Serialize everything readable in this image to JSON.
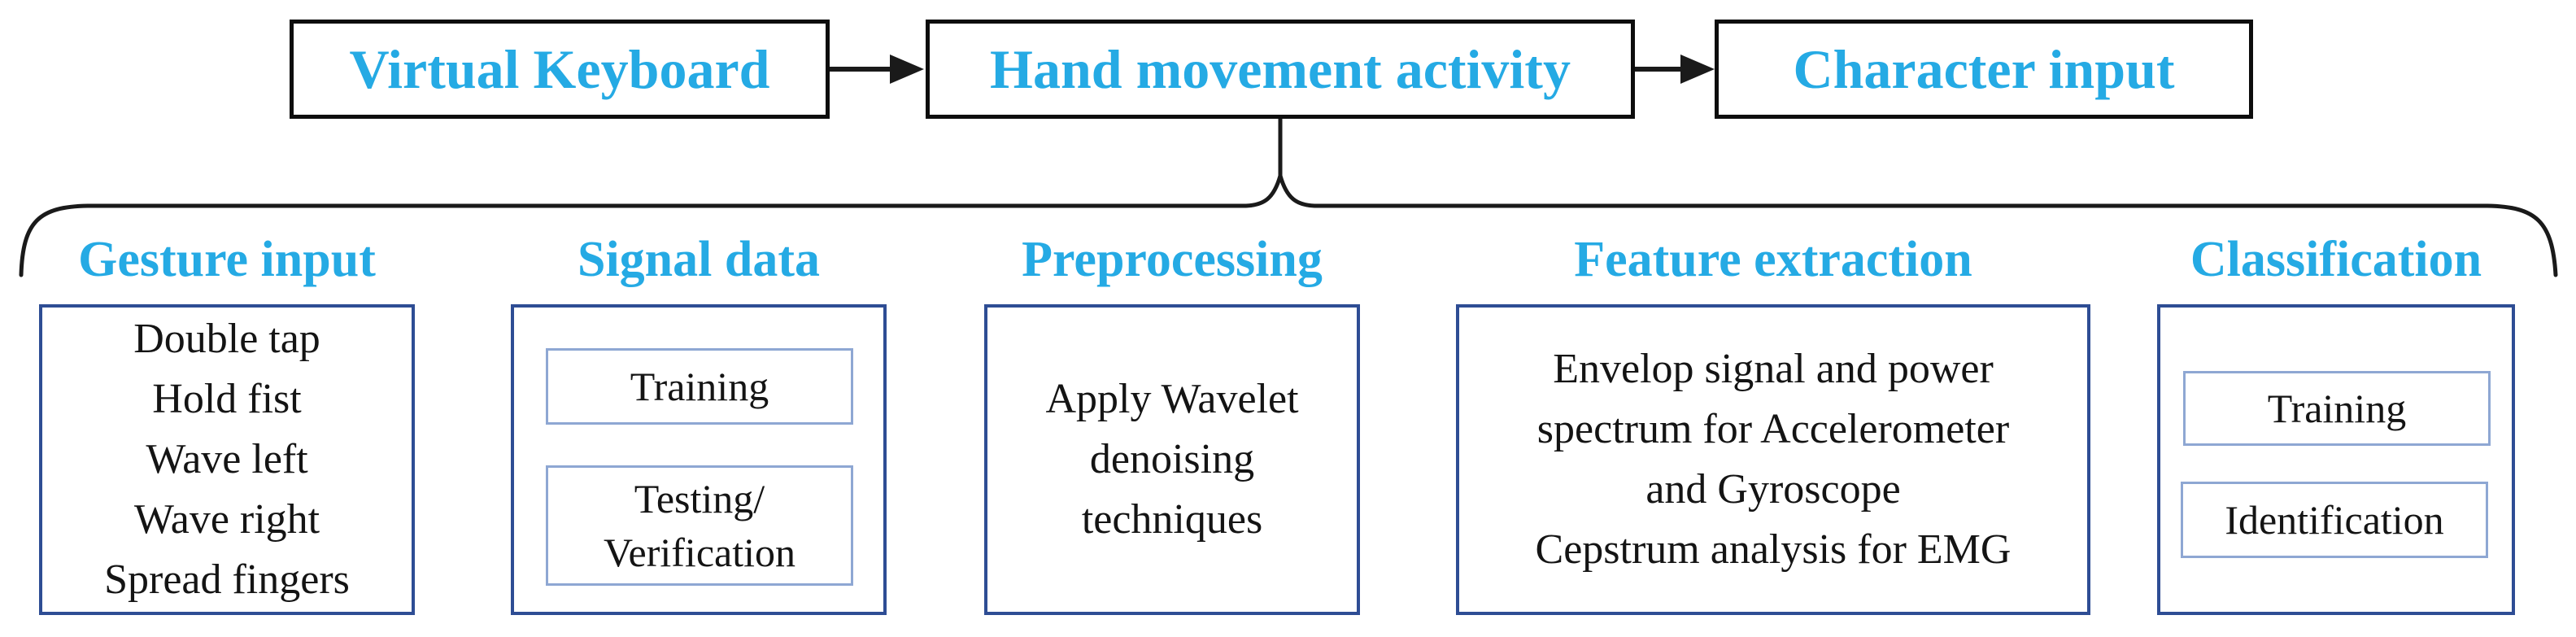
{
  "colors": {
    "accent_cyan": "#25aae4",
    "top_box_border": "#0d0d0d",
    "outer_box_border": "#2e4d94",
    "inner_box_border": "#8ea7d3",
    "connector_black": "#1a1a1a",
    "body_text": "#141414"
  },
  "top_flow": {
    "boxes": [
      {
        "label": "Virtual Keyboard"
      },
      {
        "label": "Hand movement activity"
      },
      {
        "label": "Character input"
      }
    ]
  },
  "columns": [
    {
      "header": "Gesture input",
      "lines": [
        "Double tap",
        "Hold fist",
        "Wave left",
        "Wave right",
        "Spread fingers"
      ]
    },
    {
      "header": "Signal data",
      "sub_boxes": [
        {
          "lines": [
            "Training"
          ]
        },
        {
          "lines": [
            "Testing/",
            "Verification"
          ]
        }
      ]
    },
    {
      "header": "Preprocessing",
      "lines": [
        "Apply Wavelet",
        "denoising",
        "techniques"
      ]
    },
    {
      "header": "Feature extraction",
      "lines": [
        "Envelop signal and power",
        "spectrum for Accelerometer",
        "and Gyroscope",
        "Cepstrum analysis for EMG"
      ]
    },
    {
      "header": "Classification",
      "sub_boxes": [
        {
          "lines": [
            "Training"
          ]
        },
        {
          "lines": [
            "Identification"
          ]
        }
      ]
    }
  ]
}
